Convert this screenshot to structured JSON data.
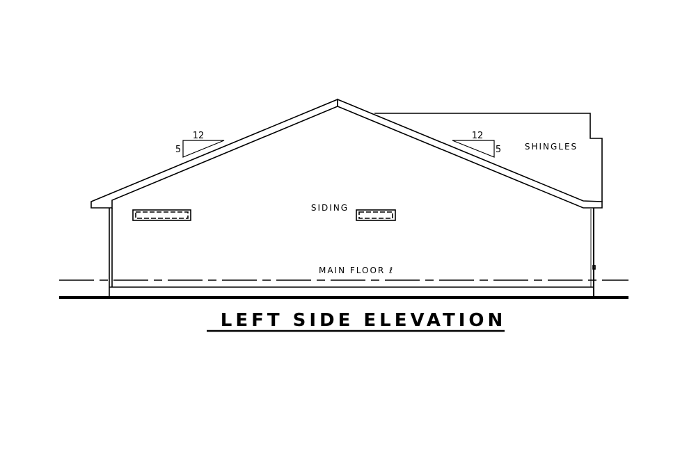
{
  "drawing": {
    "title": "LEFT SIDE ELEVATION",
    "labels": {
      "siding": "SIDING",
      "shingles": "SHINGLES",
      "main_floor": "MAIN FLOOR ℓ"
    },
    "left_slope": {
      "run": "12",
      "rise": "5"
    },
    "right_slope": {
      "run": "12",
      "rise": "5"
    }
  }
}
